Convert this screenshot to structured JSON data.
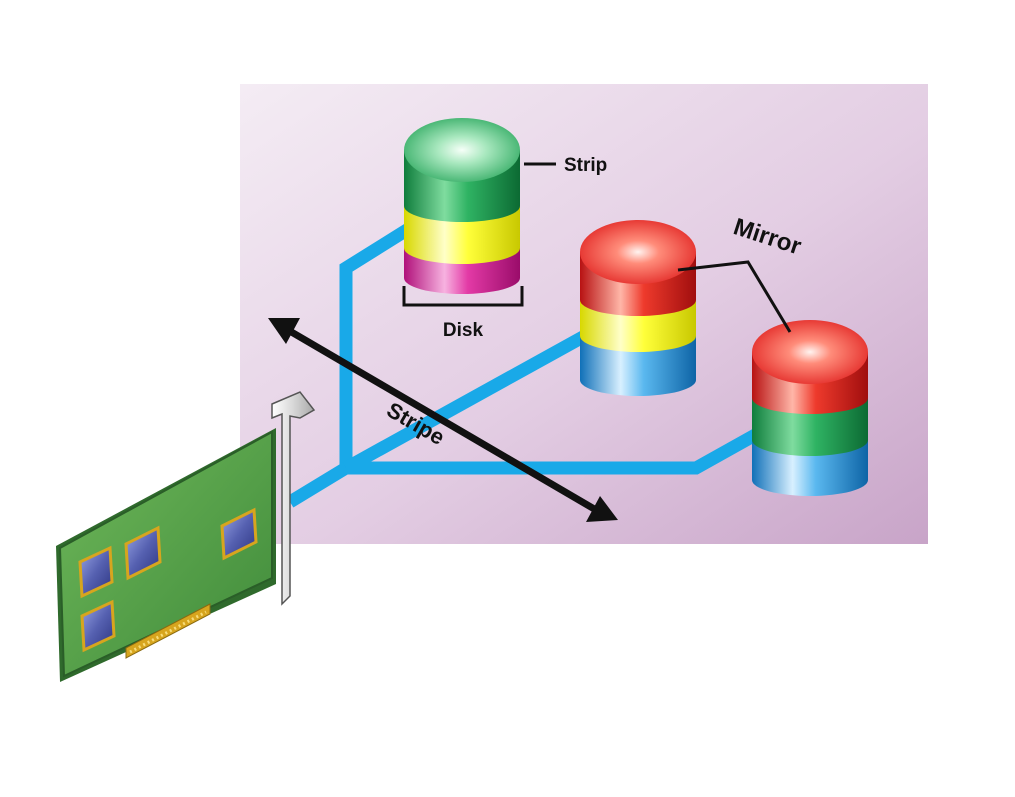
{
  "labels": {
    "strip": "Strip",
    "disk": "Disk",
    "mirror": "Mirror",
    "stripe": "Stripe"
  },
  "colors": {
    "background_panel": "#dcc4dc",
    "cable": "#19a9e8",
    "arrow": "#111111",
    "disk_green": "#1fa85a",
    "disk_yellow": "#ffff1a",
    "disk_magenta": "#e0249a",
    "disk_red": "#e0201f",
    "disk_blue": "#2a9be0",
    "board_green": "#5ea84a",
    "chip": "#5560b0",
    "gold_pins": "#d7a51e"
  },
  "disks": [
    {
      "name": "top",
      "layers": [
        "green",
        "yellow",
        "magenta"
      ]
    },
    {
      "name": "middle",
      "layers": [
        "red",
        "yellow",
        "blue"
      ]
    },
    {
      "name": "right",
      "layers": [
        "red",
        "green",
        "blue"
      ]
    }
  ]
}
